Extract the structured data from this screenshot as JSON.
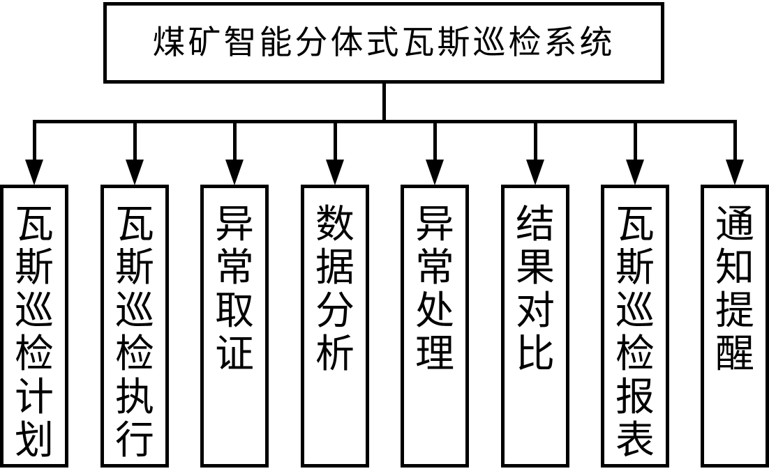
{
  "diagram": {
    "type": "tree-hierarchy",
    "orientation": "top-down",
    "root": {
      "label": "煤矿智能分体式瓦斯巡检系统"
    },
    "colors": {
      "stroke": "#000000",
      "fill": "#ffffff",
      "text": "#000000"
    },
    "connector": {
      "style": "orthogonal-bus-with-arrowheads",
      "arrowhead": "filled-triangle"
    },
    "children": [
      {
        "index": 1,
        "label": "瓦斯巡检计划"
      },
      {
        "index": 2,
        "label": "瓦斯巡检执行"
      },
      {
        "index": 3,
        "label": "异常取证"
      },
      {
        "index": 4,
        "label": "数据分析"
      },
      {
        "index": 5,
        "label": "异常处理"
      },
      {
        "index": 6,
        "label": "结果对比"
      },
      {
        "index": 7,
        "label": "瓦斯巡检报表"
      },
      {
        "index": 8,
        "label": "通知提醒"
      }
    ]
  }
}
